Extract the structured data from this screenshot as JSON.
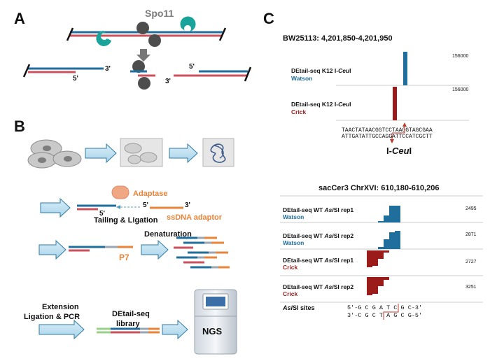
{
  "panel_a": {
    "letter": "A",
    "protein_label": "Spo11",
    "end_3_left": "3'",
    "end_5_left": "5'",
    "end_5_right": "5'",
    "end_3_right": "3'"
  },
  "panel_b": {
    "letter": "B",
    "adaptase_label": "Adaptase",
    "adaptor_end_5_top": "5'",
    "adaptor_end_3": "3'",
    "dsdna_end_5": "5'",
    "adaptor_label": "ssDNA adaptor",
    "tailing_label": "Tailing & Ligation",
    "denaturation_label": "Denaturation",
    "p7_label": "P7",
    "extension_line1": "Extension",
    "extension_line2": "Ligation & PCR",
    "library_line1": "DEtail-seq",
    "library_line2": "library",
    "ngs_label": "NGS"
  },
  "panel_c": {
    "letter": "C",
    "top_region": "BW25113: 4,201,850-4,201,950",
    "top_tracks": [
      {
        "title": "DEtail-seq K12 I-",
        "title_it": "Ceu",
        "title_end": "I",
        "strand": "Watson",
        "max": "156000"
      },
      {
        "title": "DEtail-seq K12 I-",
        "title_it": "Ceu",
        "title_end": "I",
        "strand": "Crick",
        "max": "156000"
      }
    ],
    "seq_top": "TAACTATAACGGTCCTAAGGTAGCGAA",
    "seq_bottom": "ATTGATATTGCCAGGATTCCATCGCTT",
    "site_label_pre": "I-",
    "site_label_it": "Ceu",
    "site_label_post": "I",
    "bottom_region": "sacCer3 ChrXVI: 610,180-610,206",
    "bottom_tracks": [
      {
        "title": "DEtail-seq WT ",
        "title_it": "Asi",
        "title_end": "SI rep1",
        "strand": "Watson",
        "max": "2495"
      },
      {
        "title": "DEtail-seq WT ",
        "title_it": "Asi",
        "title_end": "SI rep2",
        "strand": "Watson",
        "max": "2871"
      },
      {
        "title": "DEtail-seq WT ",
        "title_it": "Asi",
        "title_end": "SI rep1",
        "strand": "Crick",
        "max": "2727"
      },
      {
        "title": "DEtail-seq WT ",
        "title_it": "Asi",
        "title_end": "SI rep2",
        "strand": "Crick",
        "max": "3251"
      }
    ],
    "sites_label_it": "Asi",
    "sites_label_end": "SI sites",
    "asisi_top": "5'-G C G A T C G C-3'",
    "asisi_bottom": "3'-C G C T A G C G-5'"
  },
  "colors": {
    "watson": "#1f6e9c",
    "crick": "#9b1b1b",
    "orange": "#e8833a",
    "teal": "#1aa39a",
    "gray_protein": "#4d4d4d",
    "arrow": "#bfe0f0"
  }
}
